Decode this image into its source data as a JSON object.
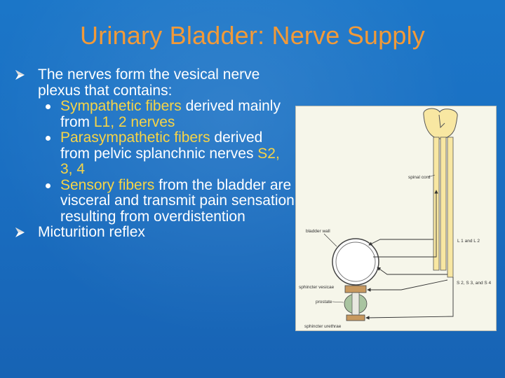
{
  "title": "Urinary Bladder: Nerve Supply",
  "bullets": {
    "main1": "The nerves form the vesical nerve plexus that contains:",
    "sub1": {
      "hl1": "Sympathetic fibers",
      "t1": " derived mainly from ",
      "hl2": "L1, 2 nerves"
    },
    "sub2": {
      "hl1": "Parasympathetic fibers",
      "t1": " derived from pelvic splanchnic nerves ",
      "hl2": "S2, 3, 4"
    },
    "sub3": {
      "hl1": "Sensory fibers",
      "t1": " from the bladder are visceral and transmit pain sensation resulting from overdistention"
    },
    "main2": "Micturition reflex"
  },
  "figure": {
    "labels": {
      "spinal_cord": "spinal cord",
      "bladder_wall": "bladder wall",
      "l1_l2": "L 1 and L 2",
      "sphincter_vesicae": "sphincter vesicae",
      "prostate": "prostate",
      "s2_s3_s4": "S 2, S 3, and S 4",
      "sphincter_urethrae": "sphincter urethrae"
    }
  },
  "colors": {
    "background": "#1a6fc2",
    "title": "#f29a38",
    "highlight": "#f6d447",
    "text": "#ffffff"
  },
  "icons": {
    "main_bullet": "arrow-bullet-icon",
    "sub_bullet": "dot-bullet-icon"
  }
}
